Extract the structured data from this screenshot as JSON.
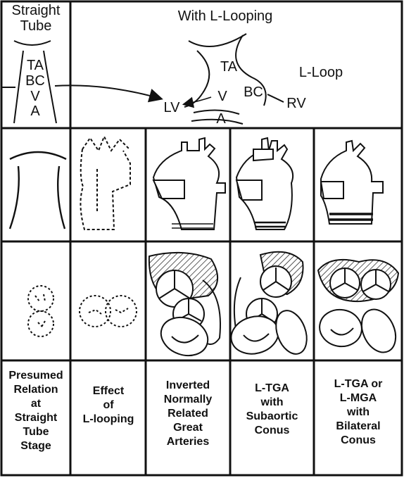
{
  "header": {
    "straight_tube_title": [
      "Straight",
      "Tube"
    ],
    "looping_title": "With L-Looping",
    "loop_label": "L-Loop"
  },
  "tube_segments": [
    "TA",
    "BC",
    "V",
    "A"
  ],
  "looped_segments": {
    "ta": "TA",
    "v": "V",
    "bc": "BC",
    "a": "A",
    "lv": "LV",
    "rv": "RV"
  },
  "captions": [
    [
      "Presumed",
      "Relation",
      "at",
      "Straight",
      "Tube",
      "Stage"
    ],
    [
      "Effect",
      "of",
      "L-looping"
    ],
    [
      "Inverted",
      "Normally",
      "Related",
      "Great",
      "Arteries"
    ],
    [
      "L-TGA",
      "with",
      "Subaortic",
      "Conus"
    ],
    [
      "L-TGA or",
      "L-MGA",
      "with",
      "Bilateral",
      "Conus"
    ]
  ]
}
